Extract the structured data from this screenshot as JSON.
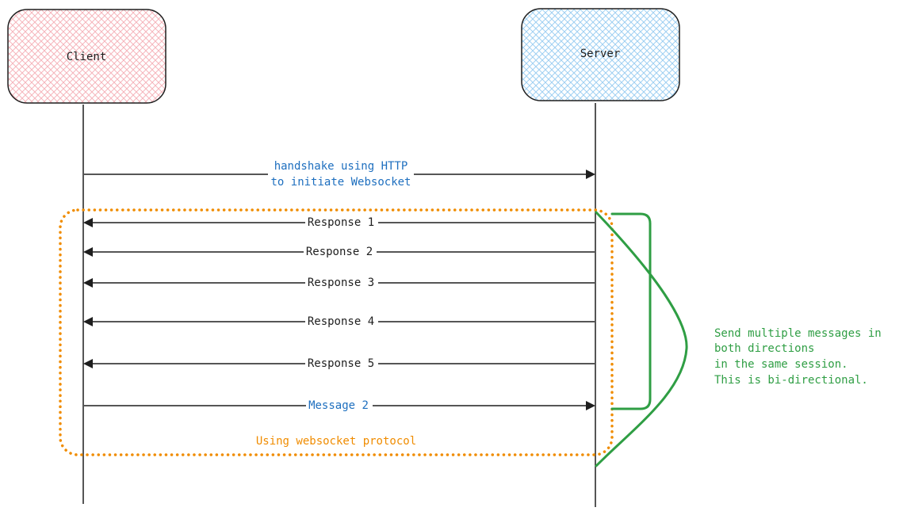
{
  "participants": {
    "client": {
      "label": "Client",
      "color": "#f4a6ae"
    },
    "server": {
      "label": "Server",
      "color": "#8fc8ef"
    }
  },
  "messages": {
    "handshake": {
      "line1": "handshake using HTTP",
      "line2": "to initiate Websocket",
      "color": "#1e6fbf"
    },
    "responses": [
      {
        "label": "Response 1"
      },
      {
        "label": "Response 2"
      },
      {
        "label": "Response 3"
      },
      {
        "label": "Response 4"
      },
      {
        "label": "Response 5"
      }
    ],
    "message2": {
      "label": "Message 2",
      "color": "#1e6fbf"
    }
  },
  "frame": {
    "label": "Using websocket protocol",
    "color": "#f08c00"
  },
  "note": {
    "lines": [
      "Send multiple messages in",
      "both directions",
      "in the same session.",
      "This is bi-directional."
    ],
    "color": "#2f9e44"
  }
}
